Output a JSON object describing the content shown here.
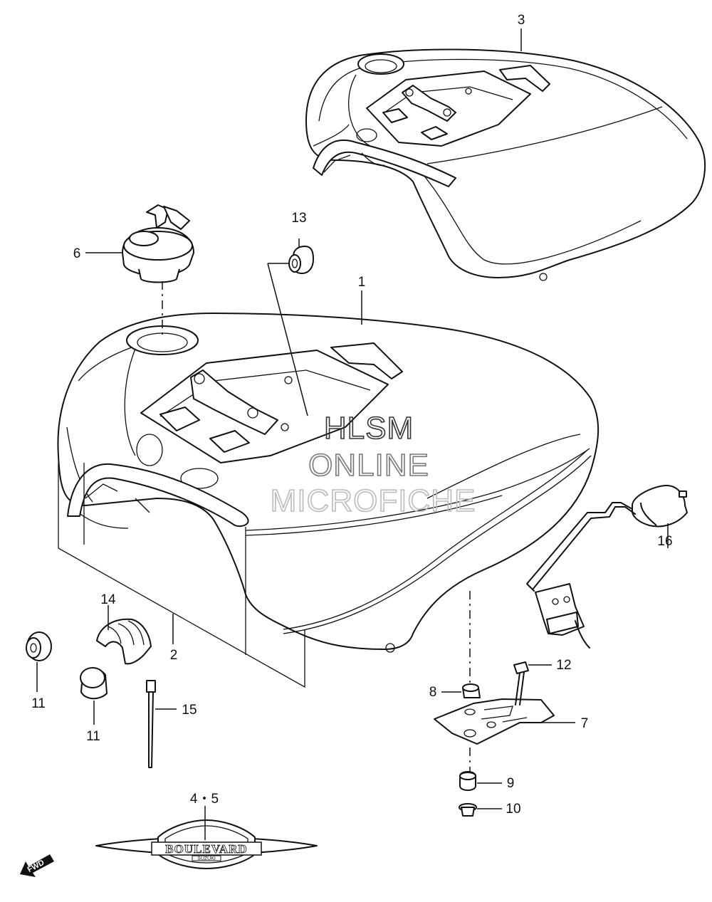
{
  "callouts": {
    "c1": "1",
    "c2": "2",
    "c3": "3",
    "c45": "4・5",
    "c6": "6",
    "c7": "7",
    "c8": "8",
    "c9": "9",
    "c10": "10",
    "c11a": "11",
    "c11b": "11",
    "c12": "12",
    "c13": "13",
    "c14": "14",
    "c15": "15",
    "c16": "16"
  },
  "watermark": {
    "line1": "HLSM",
    "line2": "ONLINE",
    "line3": "MICROFICHE",
    "color1": "#333333",
    "color2": "#777777",
    "color3": "#bbbbbb"
  },
  "emblem": {
    "brand": "BOULEVARD",
    "maker": "SUZUKI"
  },
  "fwd_label": "FWD"
}
